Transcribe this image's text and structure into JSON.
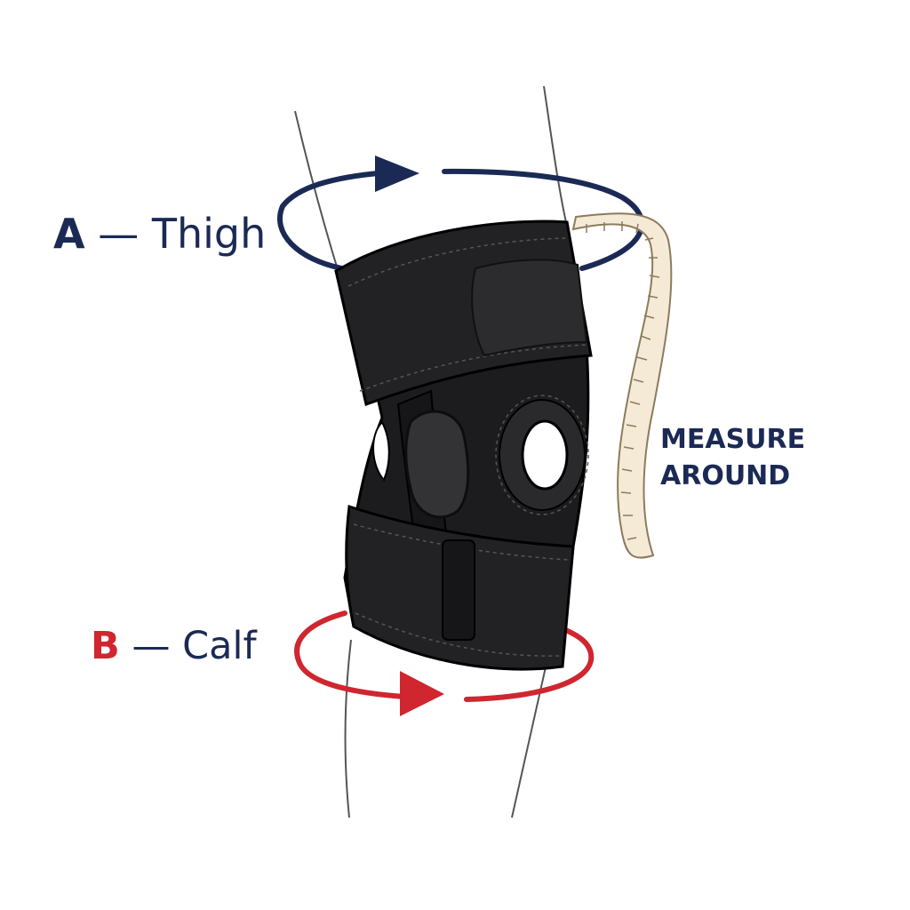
{
  "labels": {
    "thigh_letter": "A",
    "thigh_text": " — Thigh",
    "calf_letter": "B",
    "calf_text": " — Calf",
    "measure_line1": "MEASURE",
    "measure_line2": "AROUND"
  },
  "colors": {
    "navy": "#1b2a55",
    "red": "#d0262f",
    "brace": "#1c1c1e",
    "brace_dark": "#0d0d0f",
    "tape": "#f5ead6",
    "leg_outline": "#555555"
  },
  "icons": {
    "thigh_arrow": "clockwise-ellipse-arrow-icon",
    "calf_arrow": "clockwise-ellipse-arrow-icon",
    "tape": "measuring-tape-icon"
  }
}
